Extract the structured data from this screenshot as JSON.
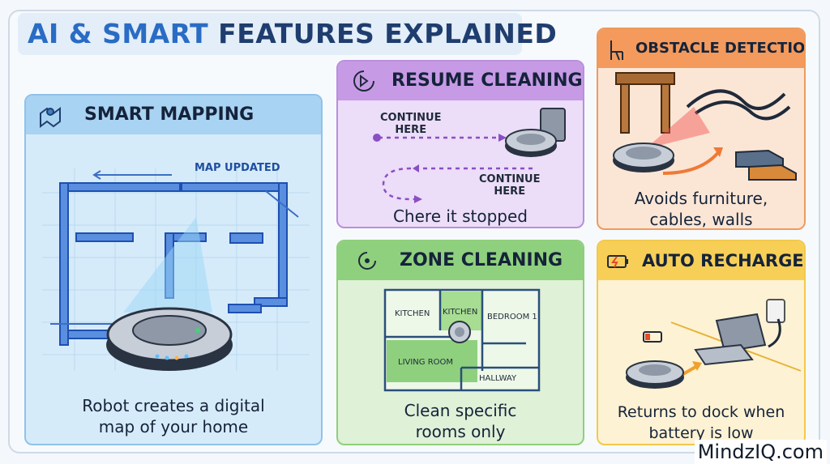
{
  "title": {
    "part1": "AI & SMART",
    "part2": "FEATURES EXPLAINED"
  },
  "colors": {
    "mapping": "#cfe6f8",
    "mapping_hdr": "#a9d3f2",
    "resume": "#eadbf7",
    "resume_hdr": "#c79ae6",
    "obstacle": "#fbe3d3",
    "obstacle_hdr": "#f39a5c",
    "zone": "#dcf0d4",
    "zone_hdr": "#8fd07e",
    "recharge": "#fdf1cf",
    "recharge_hdr": "#f7cf57"
  },
  "cards": {
    "mapping": {
      "title": "SMART MAPPING",
      "icon": "map-pin-icon",
      "badge": "MAP UPDATED",
      "caption_line1": "Robot creates a digital",
      "caption_line2": "map of your home"
    },
    "resume": {
      "title": "RESUME CLEANING",
      "icon": "resume-play-icon",
      "label_top_line1": "CONTINUE",
      "label_top_line2": "HERE",
      "label_bottom_line1": "CONTINUE",
      "label_bottom_line2": "HERE",
      "caption": "Chere it stopped"
    },
    "obstacle": {
      "title": "OBSTACLE DETECTION",
      "icon": "chair-icon",
      "caption_line1": "Avoids furniture,",
      "caption_line2": "cables, walls"
    },
    "zone": {
      "title": "ZONE CLEANING",
      "icon": "target-icon",
      "rooms": [
        "KITCHEN",
        "KITCHEN",
        "BEDROOM 1",
        "LIVING ROOM",
        "HALLWAY"
      ],
      "caption_line1": "Clean specific",
      "caption_line2": "rooms only"
    },
    "recharge": {
      "title": "AUTO RECHARGE",
      "icon": "battery-charging-icon",
      "caption_line1": "Returns to dock when",
      "caption_line2": "battery is low"
    }
  },
  "brand": "MindzIQ.com"
}
